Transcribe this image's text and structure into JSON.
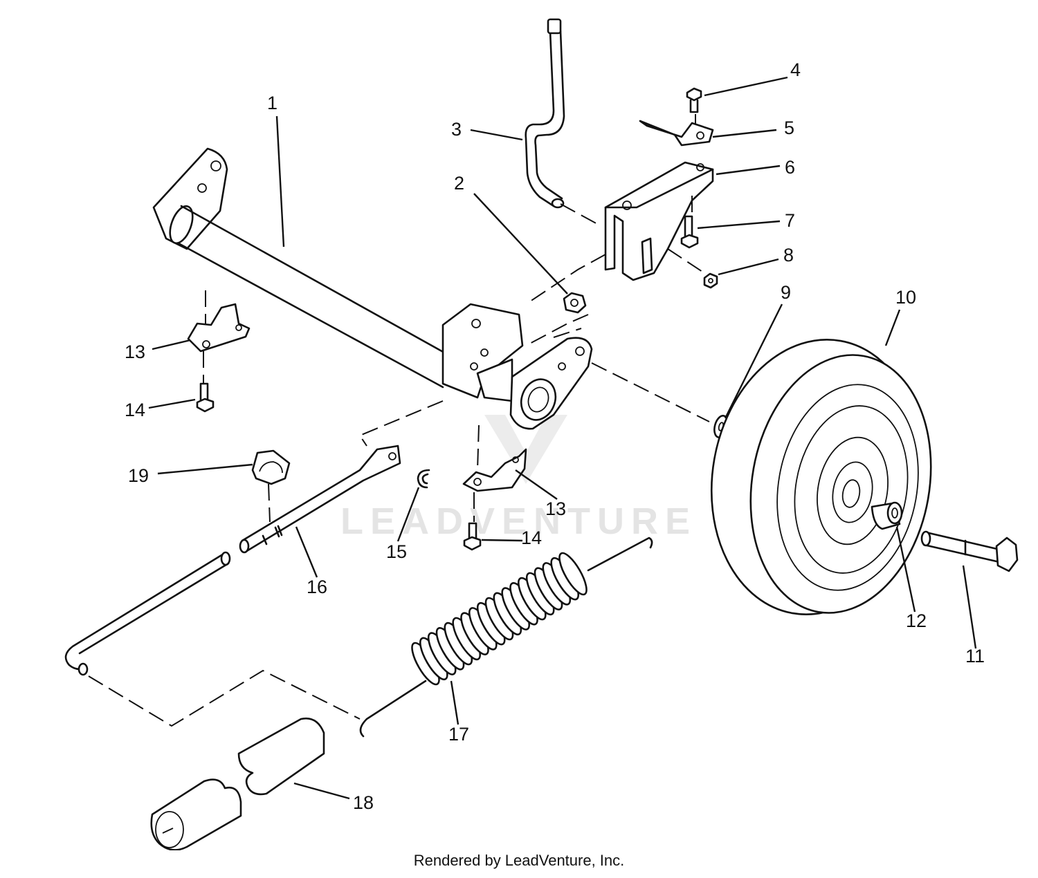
{
  "diagram": {
    "watermark": "LEADVENTURE",
    "footer": "Rendered by LeadVenture, Inc.",
    "callouts": [
      "1",
      "2",
      "3",
      "4",
      "5",
      "6",
      "7",
      "8",
      "9",
      "10",
      "11",
      "12",
      "13",
      "13",
      "14",
      "14",
      "15",
      "16",
      "17",
      "18",
      "19"
    ]
  }
}
